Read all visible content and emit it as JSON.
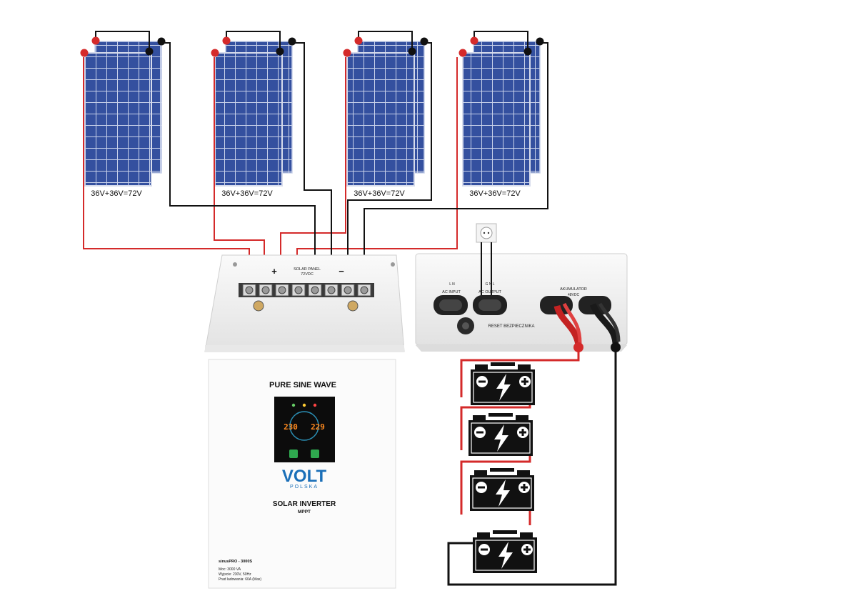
{
  "panels": [
    {
      "label": "36V+36V=72V"
    },
    {
      "label": "36V+36V=72V"
    },
    {
      "label": "36V+36V=72V"
    },
    {
      "label": "36V+36V=72V"
    }
  ],
  "controller": {
    "plus": "+",
    "minus": "−",
    "label_line1": "SOLAR PANEL",
    "label_line2": "72VDC"
  },
  "ac_box": {
    "ac_input": "AC INPUT",
    "ac_output": "AC OUTPUT",
    "ln_input": "L    N",
    "ln_output": "G   N   L",
    "battery_label": "AKUMULATOR",
    "battery_sub": "48VDC",
    "reset": "RESET BEZPIECZNIKA"
  },
  "inverter": {
    "heading": "PURE SINE WAVE",
    "display_left": "230",
    "display_right": "229",
    "brand": "VOLT",
    "brand_sub": "POLSKA",
    "product": "SOLAR INVERTER",
    "product_sub": "MPPT",
    "model": "sinusPRO - 3000S",
    "spec1": "Moc: 3000 VA",
    "spec2": "Wyjscie: 230V, 50Hz",
    "spec3": "Prad ladowania: 60A (Max)"
  },
  "colors": {
    "positive": "#d42a2a",
    "negative": "#111111",
    "panel": "#2a3f8f"
  },
  "icons": [
    "plus-terminal-icon",
    "minus-terminal-icon",
    "battery-icon",
    "lightning-icon",
    "power-outlet-icon"
  ]
}
